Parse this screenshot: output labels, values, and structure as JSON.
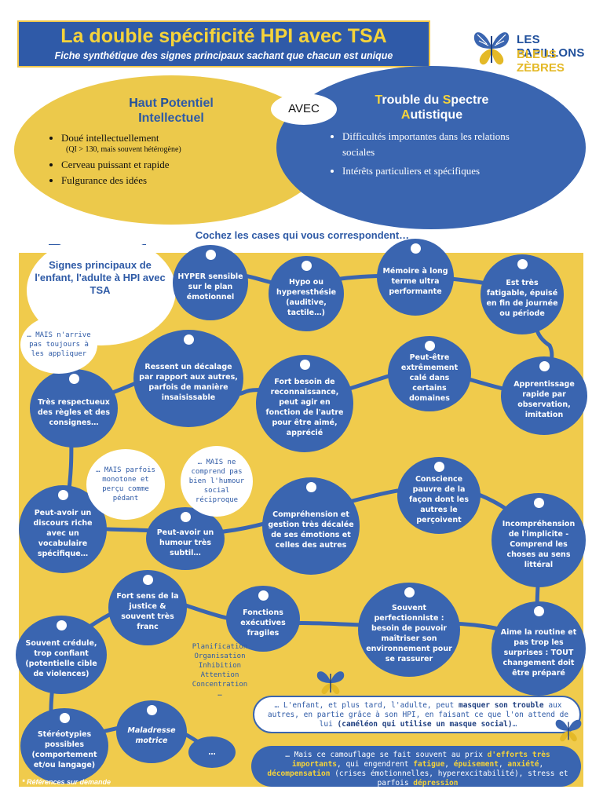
{
  "header": {
    "title": "La double spécificité HPI avec TSA",
    "subtitle": "Fiche synthétique des signes principaux sachant que chacun est unique"
  },
  "logo": {
    "line1": "LES PAPILLONS",
    "line2": "BLEUS ZÈBRES",
    "icon": "butterfly-icon"
  },
  "hpi": {
    "title_cap1": "H",
    "title_rest1": "aut ",
    "title_cap2": "P",
    "title_rest2": "otentiel",
    "title_cap3": "I",
    "title_rest3": "ntellectuel",
    "items": [
      "Doué intellectuellement",
      "(QI > 130, mais souvent hétérogène)",
      "Cerveau puissant et rapide",
      "Fulgurance des idées"
    ]
  },
  "avec": "AVEC",
  "tsa": {
    "title_cap1": "T",
    "title_rest1": "rouble du ",
    "title_cap2": "S",
    "title_rest2": "pectre",
    "title_cap3": "A",
    "title_rest3": "utistique",
    "items": [
      "Difficultés importantes dans les relations sociales",
      "Intérêts particuliers et spécifiques"
    ]
  },
  "panel": {
    "heading": "Cochez les cases qui vous correspondent…",
    "label": "Signes principaux de l'enfant, l'adulte à HPI avec TSA"
  },
  "nodes": [
    "HYPER sensible sur le plan émotionnel",
    "Hypo ou hyperesthésie (auditive, tactile…)",
    "Mémoire à long terme ultra performante",
    "Est très fatigable, épuisé en fin de journée ou période",
    "Apprentissage rapide par observation, imitation",
    "Peut-être extrêmement calé dans certains domaines",
    "Fort besoin de reconnaissance, peut agir en fonction de l'autre pour être aimé, apprécié",
    "Ressent un décalage par rapport aux autres, parfois de manière insaisissable",
    "Très respectueux des règles et des consignes…",
    "Peut-avoir un discours riche avec un vocabulaire spécifique…",
    "Peut-avoir un humour très subtil…",
    "Compréhension et gestion très décalée de ses émotions et celles des autres",
    "Conscience pauvre de la façon dont les autres le perçoivent",
    "Incompréhension de l'implicite - Comprend les choses au sens littéral",
    "Aime la routine et pas trop les surprises : TOUT changement doit être préparé",
    "Souvent perfectionniste : besoin de pouvoir maîtriser son environnement pour se rassurer",
    "Fonctions exécutives fragiles",
    "Fort sens de la justice & souvent très franc",
    "Souvent crédule, trop confiant (potentielle cible de violences)",
    "Stéréotypies possibles (comportement et/ou langage)",
    "Maladresse motrice",
    "…"
  ],
  "notes": [
    "… MAIS n'arrive pas toujours à les appliquer",
    "… MAIS parfois monotone et perçu comme pédant",
    "… MAIS ne comprend pas bien l'humour social réciproque"
  ],
  "exec_functions": "Planification Organisation Inhibition Attention Concentration …",
  "box1": {
    "pre": "… L'enfant, et plus tard, l'adulte, peut ",
    "bold1": "masquer son trouble",
    "mid": " aux autres, en partie grâce à son HPI, en faisant ce que l'on attend de lui ",
    "bold2": "(caméléon qui utilise un masque social)",
    "post": "…"
  },
  "box2": {
    "pre": "… Mais ce camouflage se fait souvent au prix ",
    "h1": "d'efforts très importants",
    "t1": ", qui engendrent ",
    "h2": "fatigue",
    "t2": ", ",
    "h3": "épuisement",
    "t3": ", ",
    "h4": "anxiété",
    "t4": ", ",
    "h5": "décompensation",
    "t5": " (crises émotionnelles, hyperexcitabilité), stress et parfois ",
    "h6": "dépression"
  },
  "footer": {
    "refs": "* Références sur demande"
  },
  "colors": {
    "blue": "#3a65b0",
    "dark_blue": "#2e5aa6",
    "yellow": "#f0cb4c",
    "title_yellow": "#f5d33a"
  }
}
